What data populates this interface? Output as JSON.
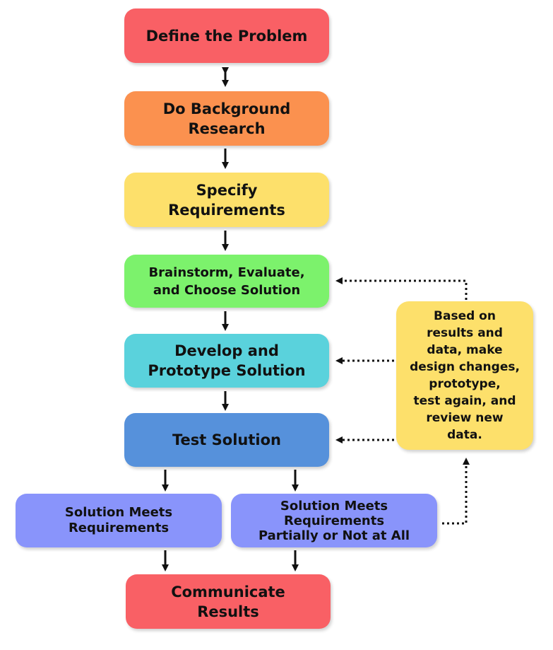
{
  "colors": {
    "define": "#f96065",
    "research": "#fb914f",
    "specify": "#fde06b",
    "brainstorm": "#7cf26c",
    "develop": "#5ad2dc",
    "test": "#5691db",
    "meets": "#8994fb",
    "partial": "#8994fb",
    "communicate": "#f96065",
    "iterate": "#fde06b",
    "arrow": "#111111"
  },
  "steps": {
    "define": "Define the Problem",
    "research": "Do Background\nResearch",
    "specify": "Specify\nRequirements",
    "brainstorm": "Brainstorm, Evaluate,\nand Choose Solution",
    "develop": "Develop and\nPrototype Solution",
    "test": "Test Solution",
    "meets": "Solution Meets\nRequirements",
    "partial": "Solution Meets\nRequirements\nPartially or Not at All",
    "communicate": "Communicate\nResults"
  },
  "iteration_note": "Based on\nresults and\ndata, make\ndesign changes,\nprototype,\ntest again, and\nreview new\ndata."
}
